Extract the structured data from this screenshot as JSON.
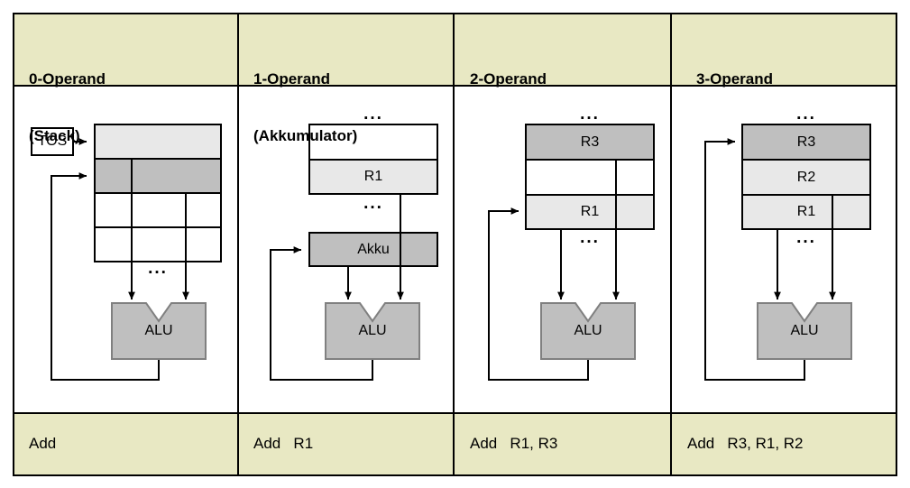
{
  "figure": {
    "title_row": {
      "columns": [
        {
          "id": "col0",
          "line1": "0-Operand",
          "line2": "(Stack)"
        },
        {
          "id": "col1",
          "line1": "1-Operand",
          "line2": "(Akkumulator)"
        },
        {
          "id": "col2",
          "line1": "2-Operand",
          "line2": ""
        },
        {
          "id": "col3",
          "line1": "3-Operand",
          "line2": ""
        }
      ]
    },
    "instruction_row": {
      "columns": [
        {
          "id": "col0",
          "text": "Add"
        },
        {
          "id": "col1",
          "text": "Add   R1"
        },
        {
          "id": "col2",
          "text": "Add   R1, R3"
        },
        {
          "id": "col3",
          "text": "Add   R3, R1, R2"
        }
      ]
    },
    "diagrams": [
      {
        "id": "col0",
        "pointer_box_label": "TOS",
        "alu_label": "ALU",
        "ellipsis_inside": "...",
        "storage_cells": [
          {
            "label": "",
            "fill": "light"
          },
          {
            "label": "",
            "fill": "medium"
          },
          {
            "label": "",
            "fill": "white"
          },
          {
            "label": "",
            "fill": "white"
          }
        ]
      },
      {
        "id": "col1",
        "alu_label": "ALU",
        "accumulator_label": "Akku",
        "ellipsis_top": "...",
        "ellipsis_bottom": "...",
        "storage_cells": [
          {
            "label": "",
            "fill": "white"
          },
          {
            "label": "R1",
            "fill": "light"
          }
        ]
      },
      {
        "id": "col2",
        "alu_label": "ALU",
        "ellipsis_top": "...",
        "ellipsis_bottom": "...",
        "storage_cells": [
          {
            "label": "R3",
            "fill": "medium"
          },
          {
            "label": "",
            "fill": "white"
          },
          {
            "label": "R1",
            "fill": "light"
          }
        ]
      },
      {
        "id": "col3",
        "alu_label": "ALU",
        "ellipsis_top": "...",
        "ellipsis_bottom": "...",
        "storage_cells": [
          {
            "label": "R3",
            "fill": "medium"
          },
          {
            "label": "R2",
            "fill": "light"
          },
          {
            "label": "R1",
            "fill": "light"
          }
        ]
      }
    ],
    "colors": {
      "header_fill": "#e8e8c3",
      "page_bg": "#ffffff",
      "cell_white": "#ffffff",
      "cell_light": "#e8e8e8",
      "cell_medium": "#bfbfbf",
      "alu_fill": "#bfbfbf",
      "line": "#000000"
    }
  }
}
